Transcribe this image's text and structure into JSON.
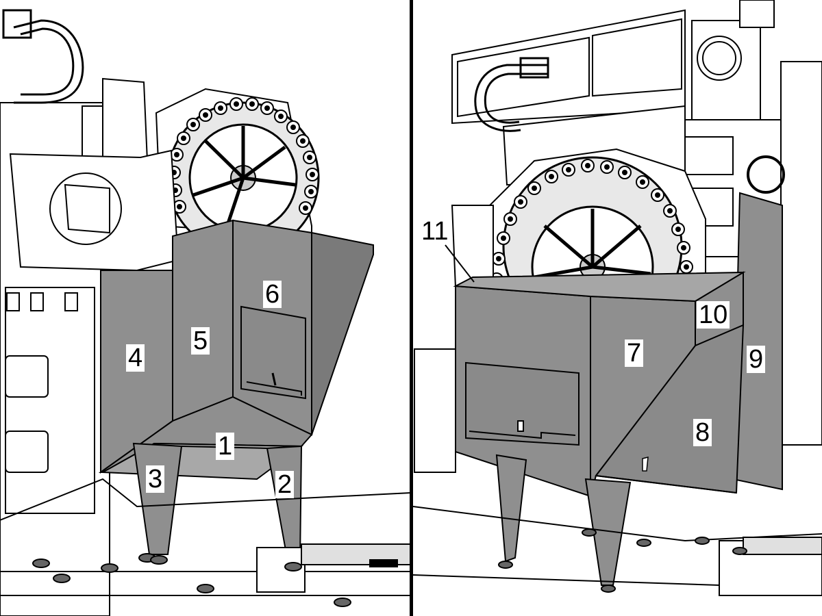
{
  "callouts": {
    "left": [
      "1",
      "2",
      "3",
      "4",
      "5",
      "6"
    ],
    "right": [
      "7",
      "8",
      "9",
      "10",
      "11"
    ]
  },
  "colors": {
    "panel": "#8f8f8f",
    "panel_dark": "#7a7a7a",
    "line": "#000000",
    "machine": "#ffffff",
    "background": "#ffffff"
  }
}
